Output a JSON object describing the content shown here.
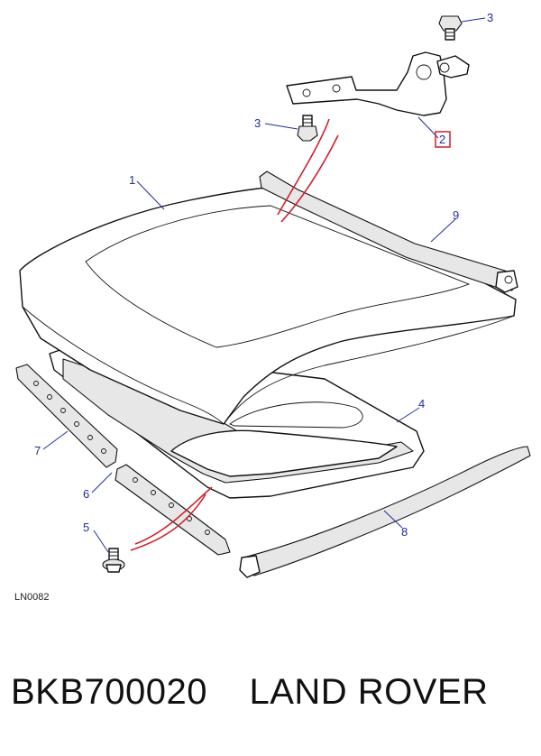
{
  "diagram": {
    "callouts": [
      {
        "id": "1",
        "label": "1"
      },
      {
        "id": "2",
        "label": "2",
        "highlighted": true
      },
      {
        "id": "3a",
        "label": "3"
      },
      {
        "id": "3b",
        "label": "3"
      },
      {
        "id": "4",
        "label": "4"
      },
      {
        "id": "5",
        "label": "5"
      },
      {
        "id": "6",
        "label": "6"
      },
      {
        "id": "7",
        "label": "7"
      },
      {
        "id": "8",
        "label": "8"
      },
      {
        "id": "9",
        "label": "9"
      }
    ],
    "drawing_code": "LN0082",
    "colors": {
      "callout": "#1f2f9a",
      "highlight_box": "#d0202a",
      "guide_lines": "#d0202a"
    }
  },
  "caption": {
    "part_number": "BKB700020",
    "brand": "LAND ROVER"
  }
}
